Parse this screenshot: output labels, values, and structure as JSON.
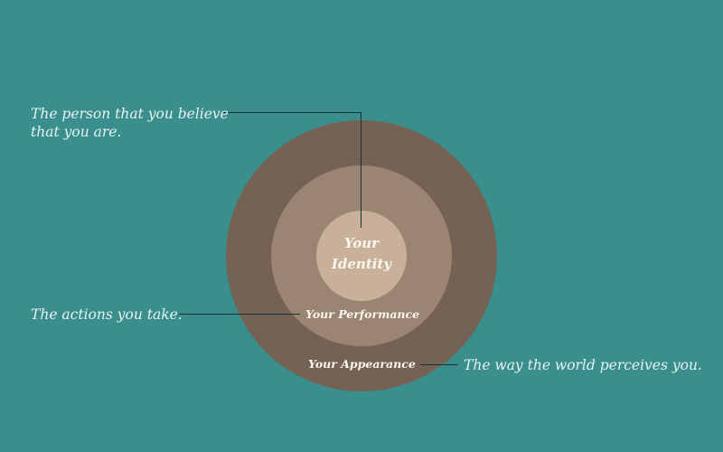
{
  "diagram": {
    "type": "concentric-circles",
    "background_color": "#3a8f8c",
    "rings": [
      {
        "label_line1": "Your",
        "label_line2": "Identity",
        "color": "#c8b198"
      },
      {
        "label": "Your Performance",
        "color": "#9a8472"
      },
      {
        "label": "Your Appearance",
        "color": "#756254"
      }
    ],
    "descriptions": {
      "identity_line1": "The person that you believe",
      "identity_line2": "that you are.",
      "performance": "The actions you take.",
      "appearance": "The way the world perceives you."
    }
  }
}
